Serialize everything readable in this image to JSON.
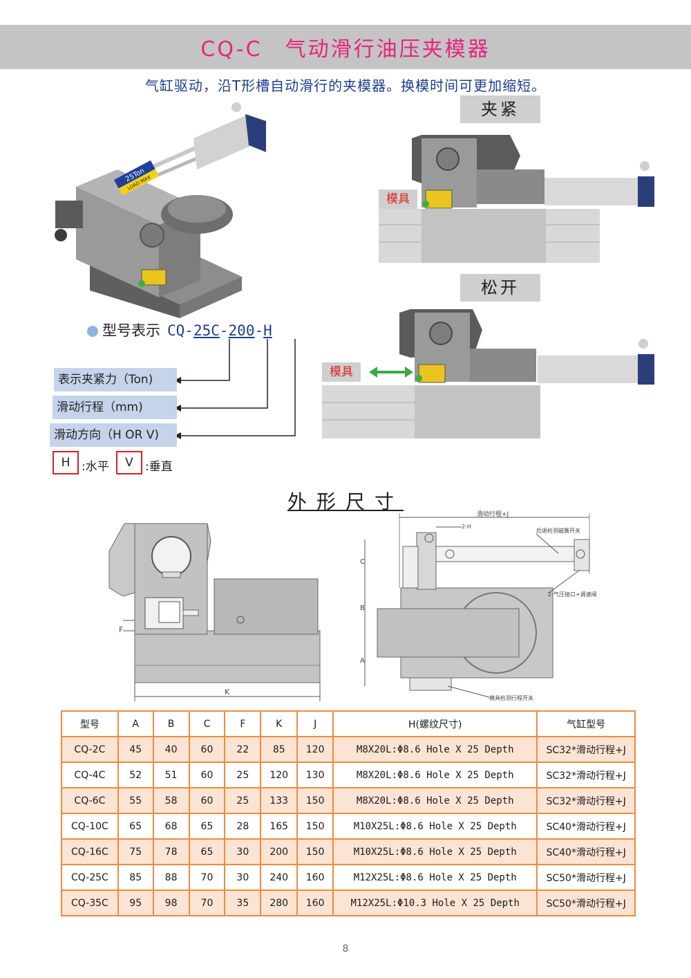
{
  "header": {
    "title": "CQ-C　气动滑行油压夹模器",
    "subtitle": "气缸驱动，沿T形槽自动滑行的夹模器。换模时间可更加缩短。"
  },
  "states": {
    "clamp_label": "夹紧",
    "release_label": "松开",
    "mold_label_clamp": "模具",
    "mold_label_release": "模具"
  },
  "product": {
    "badge_text": "25Ton",
    "badge_small": "LOAD MAX"
  },
  "model": {
    "heading": "型号表示",
    "code": "CQ-25C-200-H",
    "parts": [
      "CQ-",
      "25C",
      "-",
      "200",
      "-",
      "H"
    ],
    "legend": [
      "表示夹紧力（Ton)",
      "滑动行程（mm)",
      "滑动方向（H OR V)"
    ],
    "h_letter": "H",
    "h_text": ":水平",
    "v_letter": "V",
    "v_text": ":垂直"
  },
  "dimensions": {
    "section_title": "外形尺寸",
    "label_F": "F",
    "label_K": "K",
    "label_C": "C",
    "label_B": "B",
    "label_A": "A",
    "label_stroke": "滑动行程+J",
    "label_2H": "2-H",
    "label_rear_switch": "后退检测磁簧开关",
    "label_air_port": "2-气压接口+调速阀",
    "label_mold_switch": "模具检测行程开关"
  },
  "table": {
    "headers": [
      "型号",
      "A",
      "B",
      "C",
      "F",
      "K",
      "J",
      "H(螺纹尺寸)",
      "气缸型号"
    ],
    "rows": [
      [
        "CQ-2C",
        "45",
        "40",
        "60",
        "22",
        "85",
        "120",
        "M8X20L:Φ8.6 Hole X 25 Depth",
        "SC32*滑动行程+J"
      ],
      [
        "CQ-4C",
        "52",
        "51",
        "60",
        "25",
        "120",
        "130",
        "M8X20L:Φ8.6 Hole X 25 Depth",
        "SC32*滑动行程+J"
      ],
      [
        "CQ-6C",
        "55",
        "58",
        "60",
        "25",
        "133",
        "150",
        "M8X20L:Φ8.6 Hole X 25 Depth",
        "SC32*滑动行程+J"
      ],
      [
        "CQ-10C",
        "65",
        "68",
        "65",
        "28",
        "165",
        "150",
        "M10X25L:Φ8.6 Hole X 25 Depth",
        "SC40*滑动行程+J"
      ],
      [
        "CQ-16C",
        "75",
        "78",
        "65",
        "30",
        "200",
        "150",
        "M10X25L:Φ8.6 Hole X 25 Depth",
        "SC40*滑动行程+J"
      ],
      [
        "CQ-25C",
        "85",
        "88",
        "70",
        "30",
        "240",
        "160",
        "M12X25L:Φ8.6 Hole X 25 Depth",
        "SC50*滑动行程+J"
      ],
      [
        "CQ-35C",
        "95",
        "98",
        "70",
        "35",
        "280",
        "160",
        "M12X25L:Φ10.3 Hole X 25 Depth",
        "SC50*滑动行程+J"
      ]
    ]
  },
  "footer": {
    "page_number": "8"
  },
  "colors": {
    "title": "#e8237e",
    "subtitle": "#1d3e8c",
    "table_border": "#f08a3c",
    "table_alt_row": "#fbe4d4",
    "legend_box": "#c5d4ea",
    "mold_tag_text": "#d8231c",
    "arrow_green": "#3aa846"
  }
}
